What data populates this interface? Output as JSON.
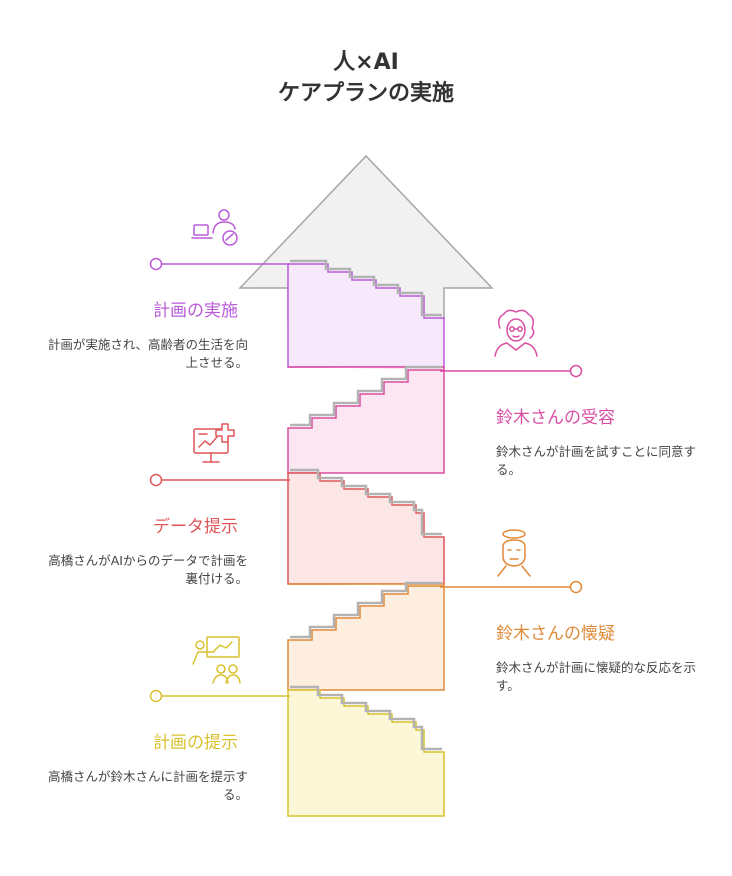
{
  "title_line1": "人×AI",
  "title_line2": "ケアプランの実施",
  "steps": [
    {
      "title": "計画の実施",
      "desc": "計画が実施され、高齢者の生活を向上させる。",
      "color": "#b95bd9",
      "icon": "person-with-laptop-icon"
    },
    {
      "title": "鈴木さんの受容",
      "desc": "鈴木さんが計画を試すことに同意する。",
      "color": "#d94ea3",
      "icon": "elderly-woman-icon"
    },
    {
      "title": "データ提示",
      "desc": "高橋さんがAIからのデータで計画を裏付ける。",
      "color": "#e0575a",
      "icon": "data-monitor-icon"
    },
    {
      "title": "鈴木さんの懐疑",
      "desc": "鈴木さんが計画に懐疑的な反応を示す。",
      "color": "#e08a38",
      "icon": "skeptical-person-icon"
    },
    {
      "title": "計画の提示",
      "desc": "高橋さんが鈴木さんに計画を提示する。",
      "color": "#d9c22e",
      "icon": "presentation-icon"
    }
  ]
}
